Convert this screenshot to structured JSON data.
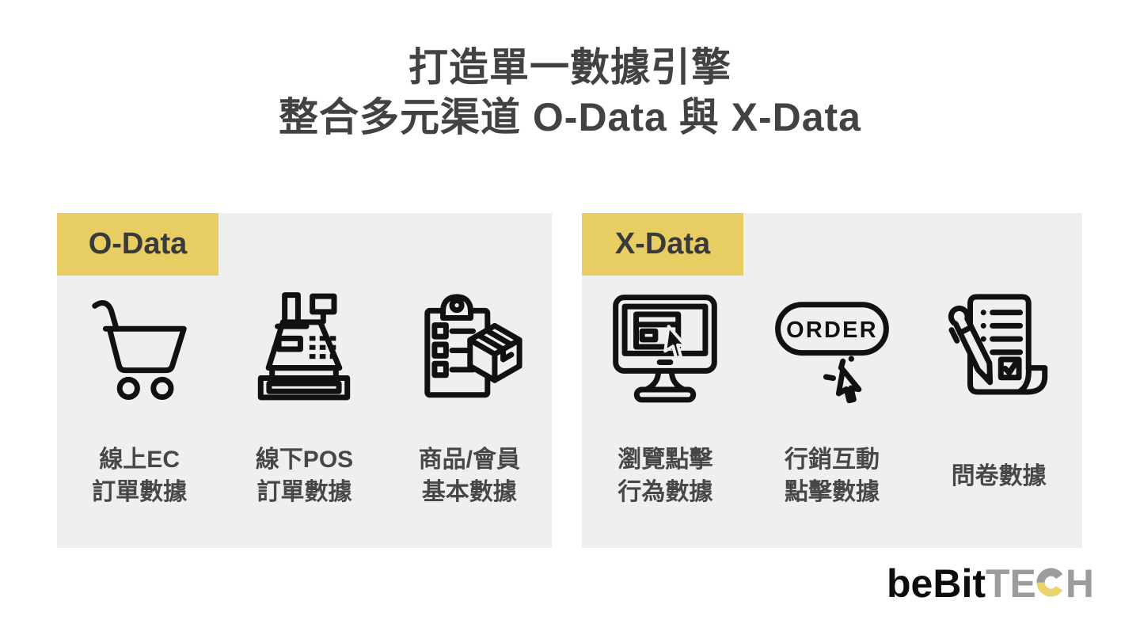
{
  "title": {
    "line1": "打造單一數據引擎",
    "line2": "整合多元渠道 O-Data 與 X-Data"
  },
  "panels": {
    "odata": {
      "badge": "O-Data",
      "items": [
        {
          "icon": "shopping-cart",
          "line1": "線上EC",
          "line2": "訂單數據"
        },
        {
          "icon": "cash-register",
          "line1": "線下POS",
          "line2": "訂單數據"
        },
        {
          "icon": "clipboard-product",
          "line1": "商品/會員",
          "line2": "基本數據"
        }
      ]
    },
    "xdata": {
      "badge": "X-Data",
      "items": [
        {
          "icon": "monitor-click",
          "line1": "瀏覽點擊",
          "line2": "行為數據"
        },
        {
          "icon": "order-button-click",
          "line1": "行銷互動",
          "line2": "點擊數據"
        },
        {
          "icon": "survey-pen",
          "line1": "問卷數據",
          "line2": ""
        }
      ]
    }
  },
  "order_icon_text": "ORDER",
  "logo": {
    "text_black": "beBit",
    "text_gray": "TECH",
    "gray_part1": "TE",
    "gray_part2": "H"
  },
  "colors": {
    "accent_yellow": "#E7CD62",
    "panel_gray": "#EFEFEF",
    "title_text": "#424242",
    "label_text": "#474747",
    "icon_black": "#111111",
    "logo_gray": "#9C9C9C",
    "logo_c_yellow": "#E9D36C"
  }
}
